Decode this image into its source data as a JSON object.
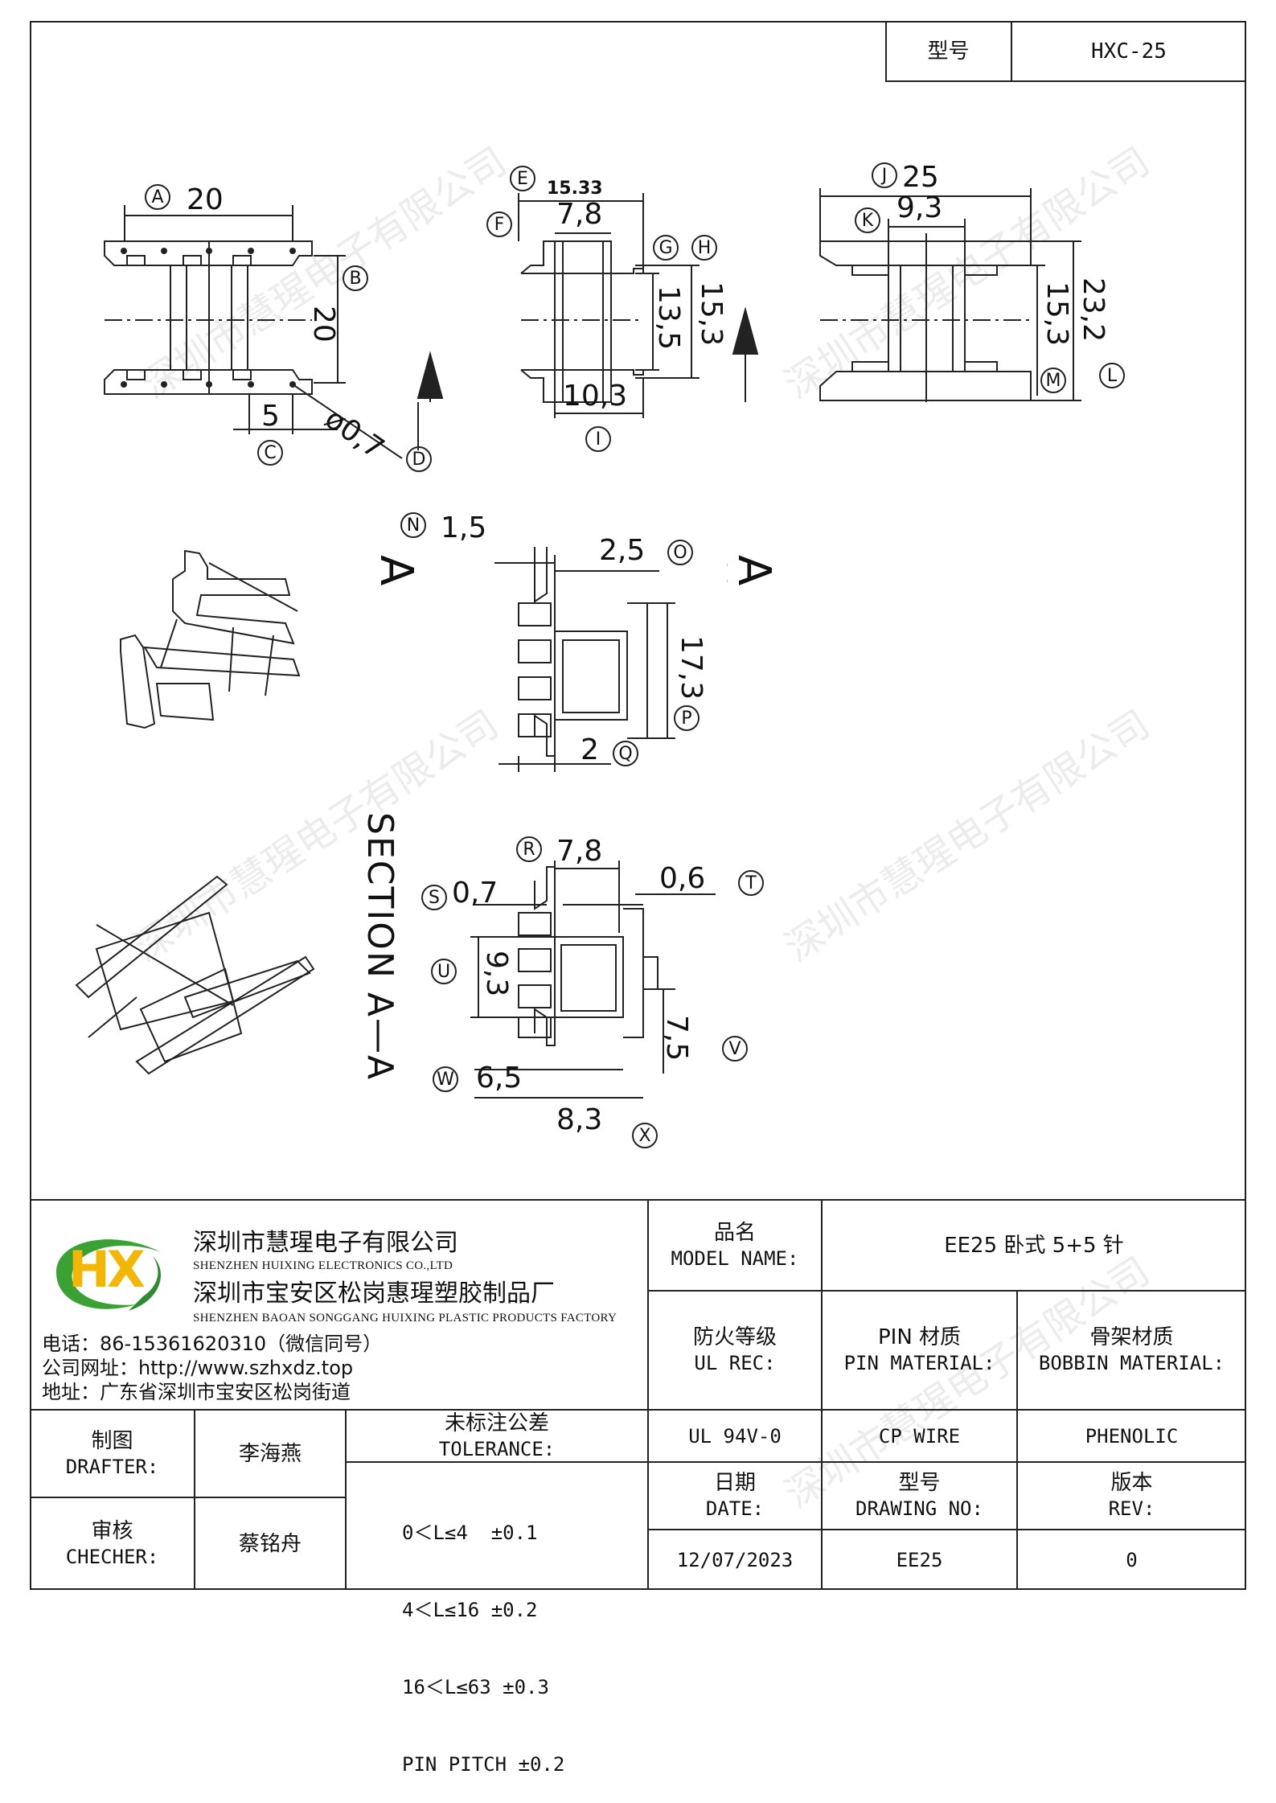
{
  "header": {
    "model_label": "型号",
    "model_value": "HXC-25"
  },
  "drawing": {
    "dims": [
      "20",
      "20",
      "5",
      "ø0,7",
      "15.33",
      "7,8",
      "13,5",
      "15,3",
      "10,3",
      "25",
      "9,3",
      "15,3",
      "23,2",
      "1,5",
      "2,5",
      "17,3",
      "2",
      "7,8",
      "0,7",
      "0,6",
      "9,3",
      "7,5",
      "6,5",
      "8,3"
    ],
    "labels": [
      "A",
      "B",
      "C",
      "D",
      "E",
      "F",
      "G",
      "H",
      "I",
      "J",
      "K",
      "L",
      "M",
      "N",
      "O",
      "P",
      "Q",
      "R",
      "S",
      "T",
      "U",
      "V",
      "W",
      "X"
    ],
    "section_marks": [
      "A",
      "A"
    ],
    "section_title": "SECTION A—A"
  },
  "watermark": "深圳市慧瑆电子有限公司",
  "company": {
    "logo": "HX",
    "name_cn": "深圳市慧瑆电子有限公司",
    "name_en": "SHENZHEN HUIXING ELECTRONICS CO.,LTD",
    "factory_cn": "深圳市宝安区松岗惠瑆塑胶制品厂",
    "factory_en": "SHENZHEN BAOAN SONGGANG HUIXING PLASTIC PRODUCTS FACTORY",
    "phone": "电话：86-15361620310（微信同号）",
    "website": "公司网址：http://www.szhxdz.top",
    "address": "地址：广东省深圳市宝安区松岗街道"
  },
  "titleblock": {
    "model_name_cn": "品名",
    "model_name_en": "MODEL NAME:",
    "model_name_value": "EE25 卧式 5+5 针",
    "ul_cn": "防火等级",
    "ul_en": "UL REC:",
    "ul_value": "UL 94V-0",
    "pin_cn": "PIN 材质",
    "pin_en": "PIN MATERIAL:",
    "pin_value": "CP WIRE",
    "bobbin_cn": "骨架材质",
    "bobbin_en": "BOBBIN MATERIAL:",
    "bobbin_value": "PHENOLIC",
    "drafter_cn": "制图",
    "drafter_en": "DRAFTER:",
    "drafter_value": "李海燕",
    "checker_cn": "审核",
    "checker_en": "CHECHER:",
    "checker_value": "蔡铭舟",
    "tol_cn": "未标注公差",
    "tol_en": "TOLERANCE:",
    "tol_lines": [
      "0＜L≤4  ±0.1",
      "4＜L≤16 ±0.2",
      "16＜L≤63 ±0.3",
      "PIN PITCH ±0.2"
    ],
    "date_cn": "日期",
    "date_en": "DATE:",
    "date_value": "12/07/2023",
    "dwg_cn": "型号",
    "dwg_en": "DRAWING NO:",
    "dwg_value": "EE25",
    "rev_cn": "版本",
    "rev_en": "REV:",
    "rev_value": "0"
  }
}
